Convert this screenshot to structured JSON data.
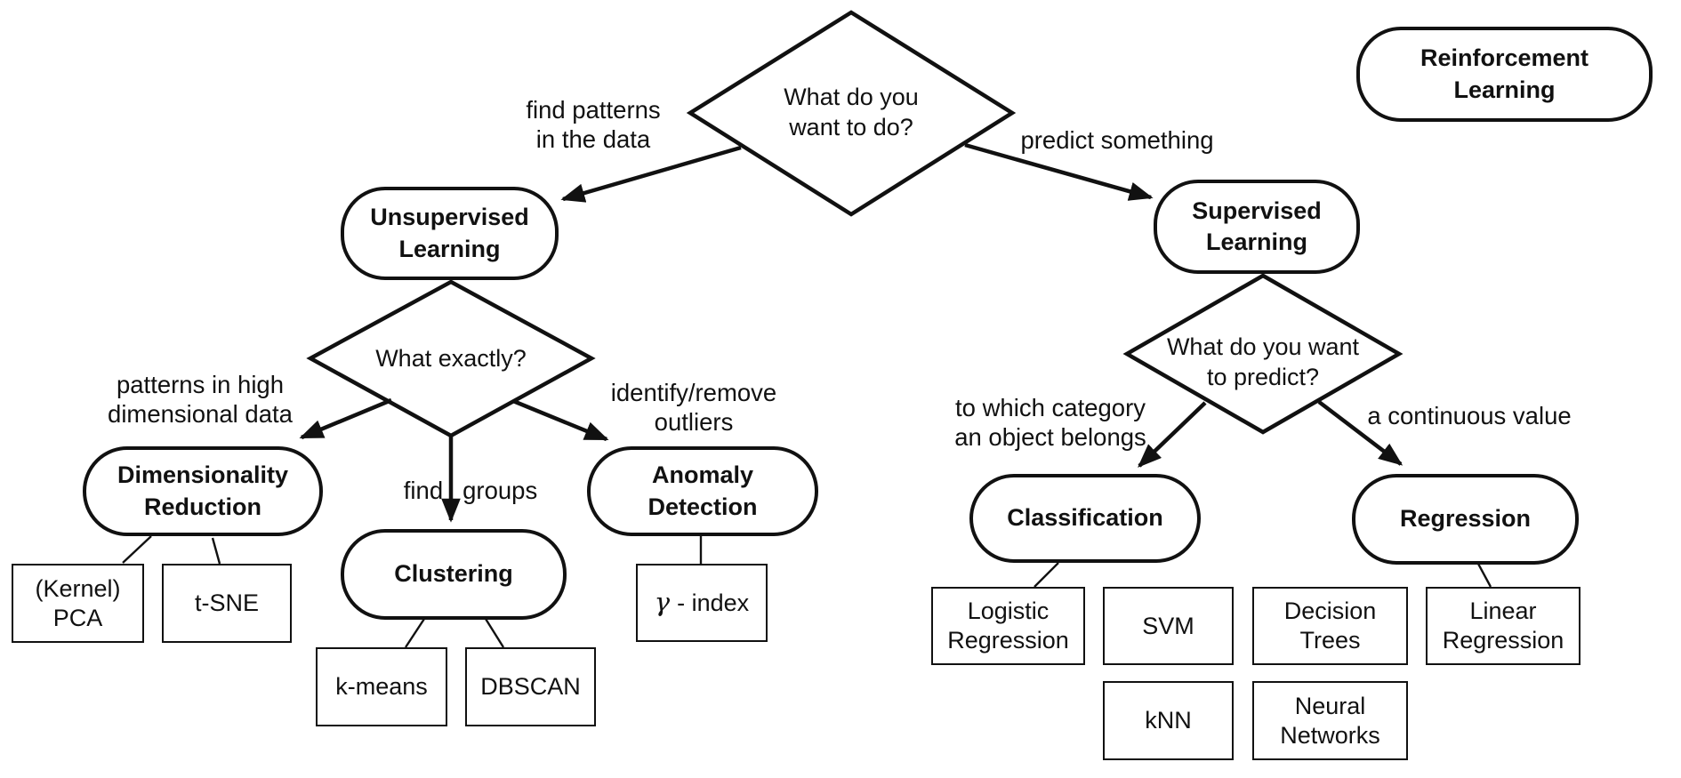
{
  "diagram": {
    "title": "Machine learning decision flowchart",
    "colors": {
      "background": "#ffffff",
      "stroke": "#111111",
      "text": "#111111"
    },
    "questions": {
      "root": "What do you\nwant to do?",
      "unsupervised_branch": "What exactly?",
      "supervised_branch": "What do you want\nto predict?"
    },
    "nodes": {
      "reinforcement": "Reinforcement\nLearning",
      "unsupervised": "Unsupervised\nLearning",
      "supervised": "Supervised\nLearning",
      "dimensionality_reduction": "Dimensionality\nReduction",
      "clustering": "Clustering",
      "anomaly_detection": "Anomaly\nDetection",
      "classification": "Classification",
      "regression": "Regression",
      "kernel_pca": "(Kernel)\nPCA",
      "tsne": "t-SNE",
      "kmeans": "k-means",
      "dbscan": "DBSCAN",
      "gamma_index": {
        "symbol": "γ",
        "rest": "- index"
      },
      "logistic_regression": "Logistic\nRegression",
      "svm": "SVM",
      "knn": "kNN",
      "decision_trees": "Decision\nTrees",
      "neural_networks": "Neural\nNetworks",
      "linear_regression": "Linear\nRegression"
    },
    "edge_labels": {
      "find_patterns": "find patterns\nin the data",
      "predict_something": "predict something",
      "patterns_high_dim": "patterns in high\ndimensional data",
      "find_groups": [
        "find",
        "groups"
      ],
      "identify_outliers": "identify/remove\noutliers",
      "which_category": "to which category\nan object belongs",
      "continuous_value": "a continuous value"
    }
  }
}
